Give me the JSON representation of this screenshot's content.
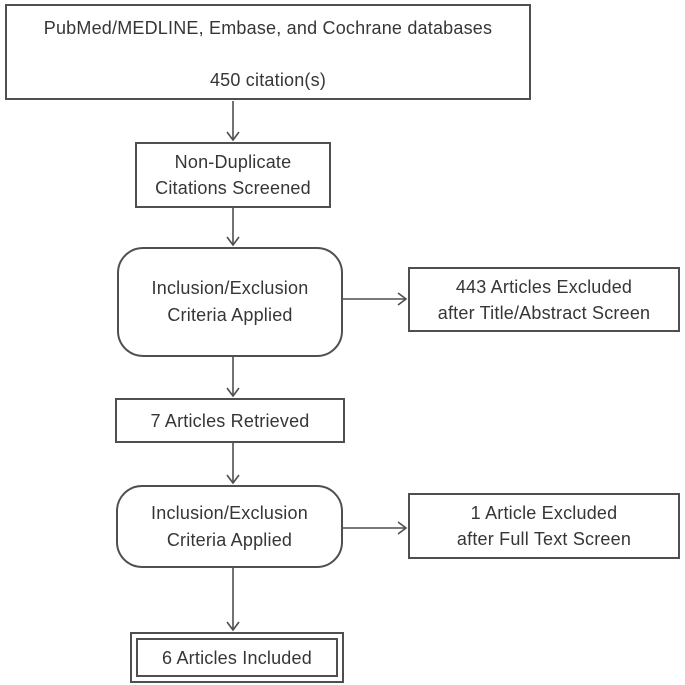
{
  "colors": {
    "border": "#4f4f4f",
    "line": "#4f4f4f",
    "text": "#363636",
    "background": "#ffffff"
  },
  "nodes": {
    "databases": {
      "lines": [
        "PubMed/MEDLINE, Embase, and Cochrane databases",
        "450 citation(s)"
      ]
    },
    "screened": {
      "lines": [
        "Non-Duplicate",
        "Citations Screened"
      ]
    },
    "criteria1": {
      "lines": [
        "Inclusion/Exclusion",
        "Criteria Applied"
      ]
    },
    "excluded1": {
      "lines": [
        "443 Articles Excluded",
        "after Title/Abstract Screen"
      ]
    },
    "retrieved": {
      "lines": [
        "7 Articles Retrieved"
      ]
    },
    "criteria2": {
      "lines": [
        "Inclusion/Exclusion",
        "Criteria Applied"
      ]
    },
    "excluded2": {
      "lines": [
        "1 Article Excluded",
        "after Full Text Screen"
      ]
    },
    "included": {
      "lines": [
        "6 Articles Included"
      ]
    }
  }
}
